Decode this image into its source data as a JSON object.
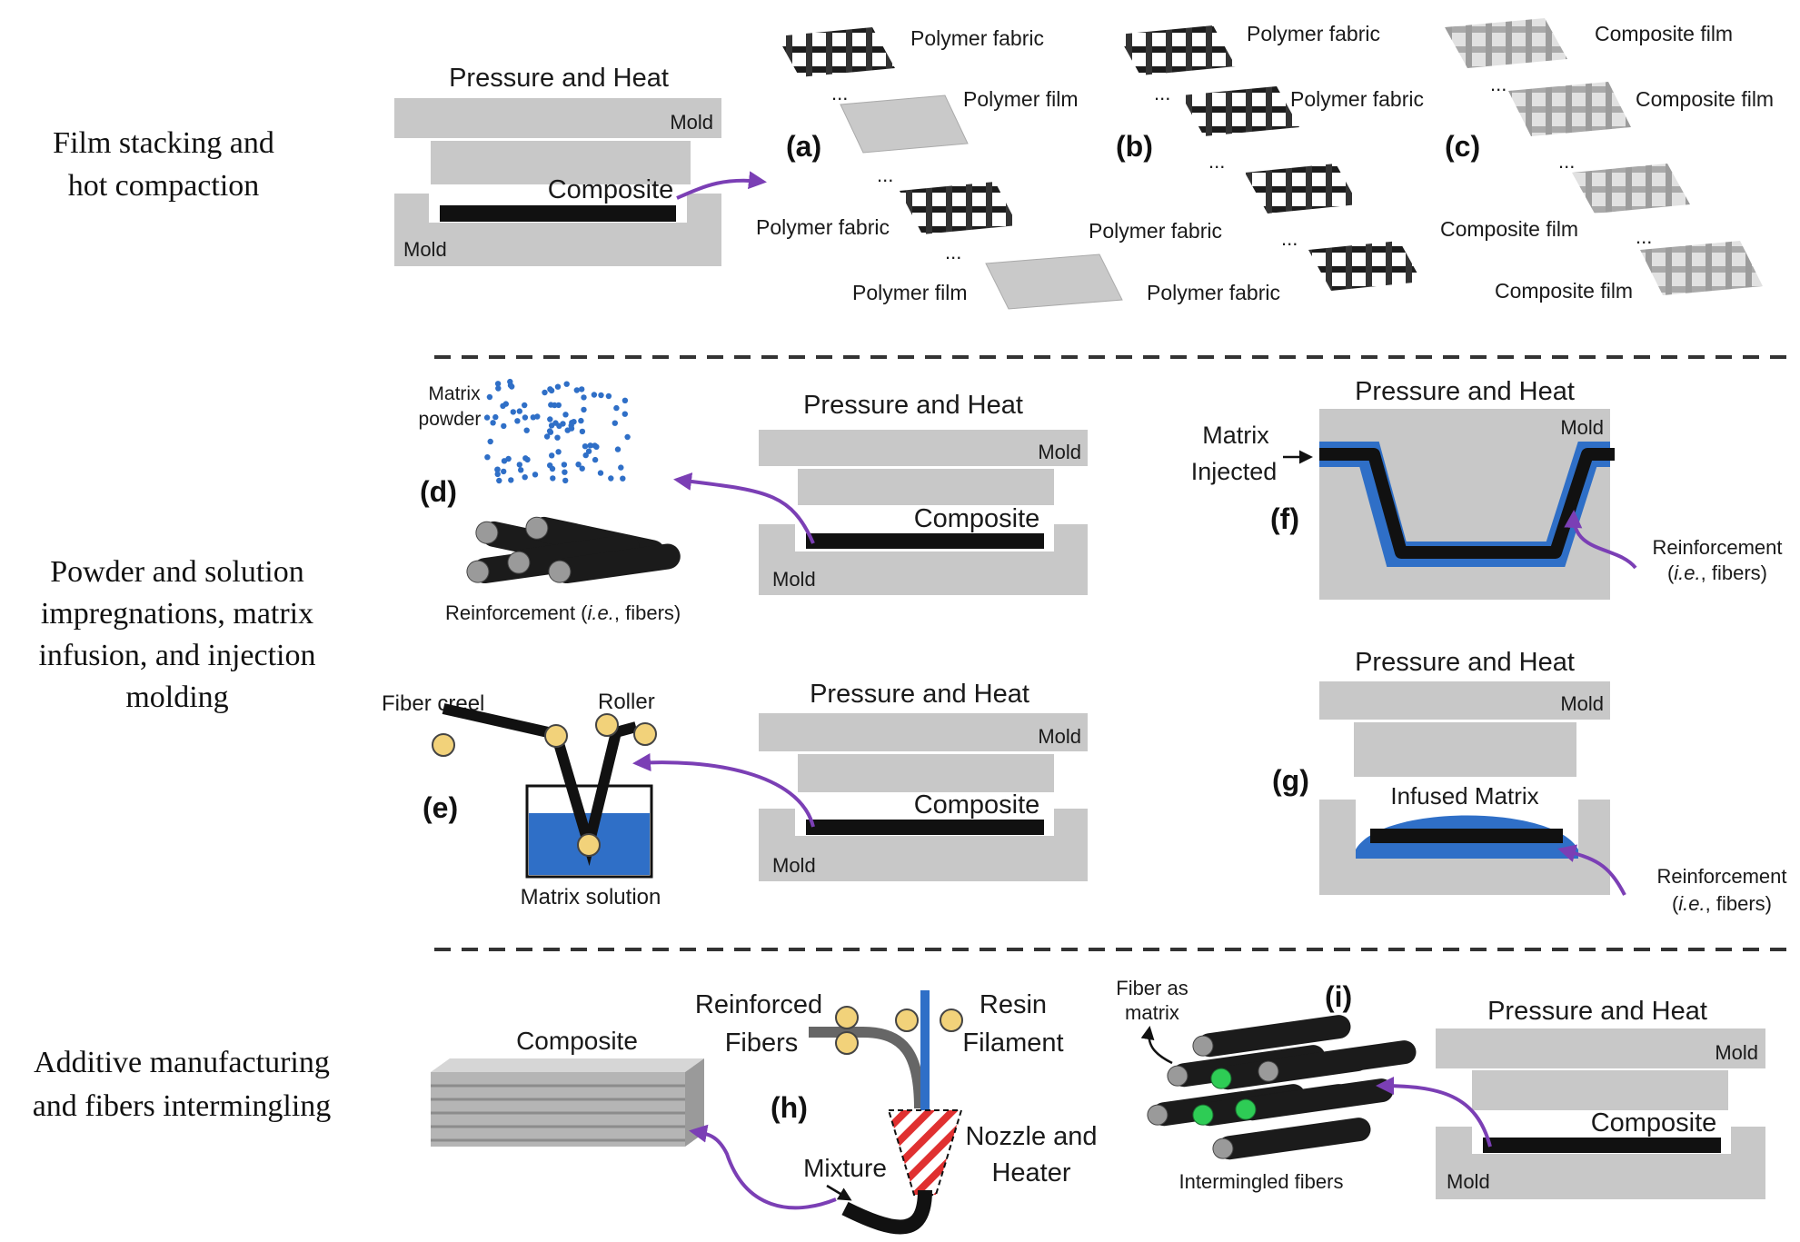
{
  "colors": {
    "mold": "#c8c8c8",
    "composite": "#111111",
    "arrow": "#7b3fb5",
    "matrix": "#2f6fc7",
    "roller": "#f2d27a",
    "fiber_green": "#2ecc55",
    "nozzle_stripe": "#e03030",
    "divider": "#333333"
  },
  "sections": {
    "film": {
      "title_line1": "Film stacking and",
      "title_line2": "hot compaction"
    },
    "powder": {
      "title_line1": "Powder and solution",
      "title_line2": "impregnations, matrix",
      "title_line3": "infusion, and injection",
      "title_line4": "molding"
    },
    "additive": {
      "title_line1": "Additive manufacturing",
      "title_line2": "and fibers intermingling"
    }
  },
  "labels": {
    "pressure_heat": "Pressure and Heat",
    "mold": "Mold",
    "composite": "Composite",
    "polymer_fabric": "Polymer fabric",
    "polymer_film": "Polymer film",
    "composite_film": "Composite film",
    "dots": "...",
    "matrix_powder_1": "Matrix",
    "matrix_powder_2": "powder",
    "reinforcement_prefix": "Reinforcement (",
    "ie": "i.e.",
    "reinforcement_suffix": ", fibers)",
    "reinforcement_line1": "Reinforcement",
    "reinforcement_line2_suffix": ", fibers)",
    "matrix_injected_1": "Matrix",
    "matrix_injected_2": "Injected",
    "fiber_creel": "Fiber creel",
    "roller": "Roller",
    "matrix_solution": "Matrix solution",
    "infused_matrix": "Infused Matrix",
    "reinforced_fibers_1": "Reinforced",
    "reinforced_fibers_2": "Fibers",
    "resin_filament_1": "Resin",
    "resin_filament_2": "Filament",
    "nozzle_heater_1": "Nozzle and",
    "nozzle_heater_2": "Heater",
    "mixture": "Mixture",
    "fiber_as_matrix_1": "Fiber as",
    "fiber_as_matrix_2": "matrix",
    "intermingled_fibers": "Intermingled fibers"
  },
  "letters": {
    "a": "(a)",
    "b": "(b)",
    "c": "(c)",
    "d": "(d)",
    "e": "(e)",
    "f": "(f)",
    "g": "(g)",
    "h": "(h)",
    "i": "(i)"
  }
}
